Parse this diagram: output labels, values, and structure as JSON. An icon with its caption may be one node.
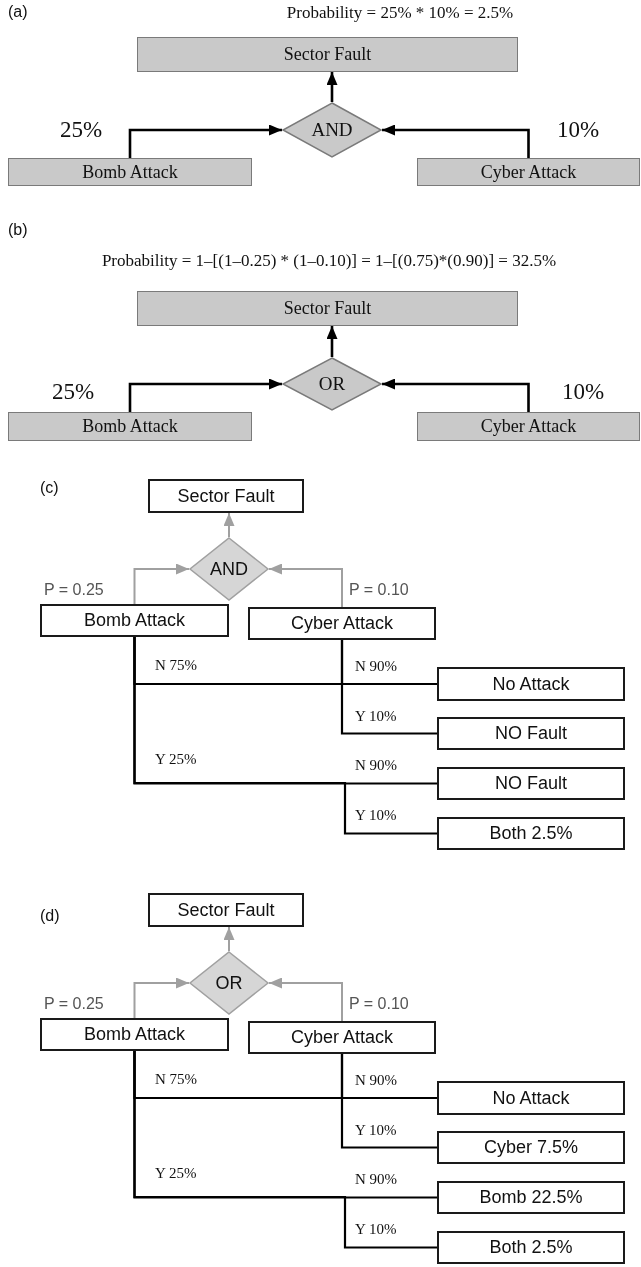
{
  "diagram": {
    "nodes": [
      {
        "text": [
          "Sector Fault"
        ]
      },
      {
        "text": [
          "AND"
        ]
      },
      {
        "text": [
          "Bomb Attack"
        ]
      },
      {
        "text": [
          "Cyber Attack"
        ]
      },
      {
        "text": [
          "Sector Fault"
        ]
      },
      {
        "text": [
          "OR"
        ]
      },
      {
        "text": [
          "Bomb Attack"
        ]
      },
      {
        "text": [
          "Cyber Attack"
        ]
      },
      {
        "text": [
          "Sector Fault"
        ]
      },
      {
        "text": [
          "AND"
        ]
      },
      {
        "text": [
          "Bomb Attack"
        ]
      },
      {
        "text": [
          "Cyber Attack"
        ]
      },
      {
        "text": [
          "No Attack"
        ]
      },
      {
        "text": [
          "NO Fault"
        ]
      },
      {
        "text": [
          "NO Fault"
        ]
      },
      {
        "text": [
          "Both 2.5%"
        ]
      },
      {
        "text": [
          "Sector Fault"
        ]
      },
      {
        "text": [
          "OR"
        ]
      },
      {
        "text": [
          "Bomb Attack"
        ]
      },
      {
        "text": [
          "Cyber Attack"
        ]
      },
      {
        "text": [
          "No Attack"
        ]
      },
      {
        "text": [
          "Cyber 7.5%"
        ]
      },
      {
        "text": [
          "Bomb 22.5%"
        ]
      },
      {
        "text": [
          "Both 2.5%"
        ]
      }
    ],
    "edges": [
      {
        "from": 2,
        "to": 1,
        "arrow": "to"
      },
      {
        "from": 3,
        "to": 1,
        "arrow": "to"
      },
      {
        "from": 1,
        "to": 0,
        "arrow": "to"
      },
      {
        "from": 6,
        "to": 5,
        "arrow": "to"
      },
      {
        "from": 7,
        "to": 5,
        "arrow": "to"
      },
      {
        "from": 5,
        "to": 4,
        "arrow": "to"
      },
      {
        "from": 10,
        "to": 9,
        "arrow": "to",
        "color": "#a0a0a0"
      },
      {
        "from": 11,
        "to": 9,
        "arrow": "to",
        "color": "#a0a0a0"
      },
      {
        "from": 9,
        "to": 8,
        "arrow": "to",
        "color": "#a0a0a0"
      },
      {
        "from": 10,
        "to": 12,
        "arrow": "none"
      },
      {
        "from": 11,
        "to": 12,
        "arrow": "none"
      },
      {
        "from": 11,
        "to": 13,
        "arrow": "none"
      },
      {
        "from": 10,
        "to": 14,
        "arrow": "none"
      },
      {
        "from": 10,
        "to": 15,
        "arrow": "none"
      },
      {
        "from": 18,
        "to": 17,
        "arrow": "to",
        "color": "#a0a0a0"
      },
      {
        "from": 19,
        "to": 17,
        "arrow": "to",
        "color": "#a0a0a0"
      },
      {
        "from": 17,
        "to": 16,
        "arrow": "to",
        "color": "#a0a0a0"
      },
      {
        "from": 18,
        "to": 20,
        "arrow": "none"
      },
      {
        "from": 19,
        "to": 20,
        "arrow": "none"
      },
      {
        "from": 19,
        "to": 21,
        "arrow": "none"
      },
      {
        "from": 18,
        "to": 22,
        "arrow": "none"
      },
      {
        "from": 18,
        "to": 23,
        "arrow": "none"
      }
    ],
    "labels": [
      "(a)",
      "Probability = 25% * 10% = 2.5%",
      "25%",
      "10%",
      "(b)",
      "Probability = 1–[(1–0.25) * (1–0.10)] = 1–[(0.75)*(0.90)] = 32.5%",
      "25%",
      "10%",
      "(c)",
      "P = 0.25",
      "P = 0.10",
      "N 75%",
      "N 90%",
      "Y 10%",
      "Y 25%",
      "N 90%",
      "Y 10%",
      "(d)",
      "P = 0.25",
      "P = 0.10",
      "N 75%",
      "N 90%",
      "Y 10%",
      "Y 25%",
      "N 90%",
      "Y 10%"
    ]
  }
}
